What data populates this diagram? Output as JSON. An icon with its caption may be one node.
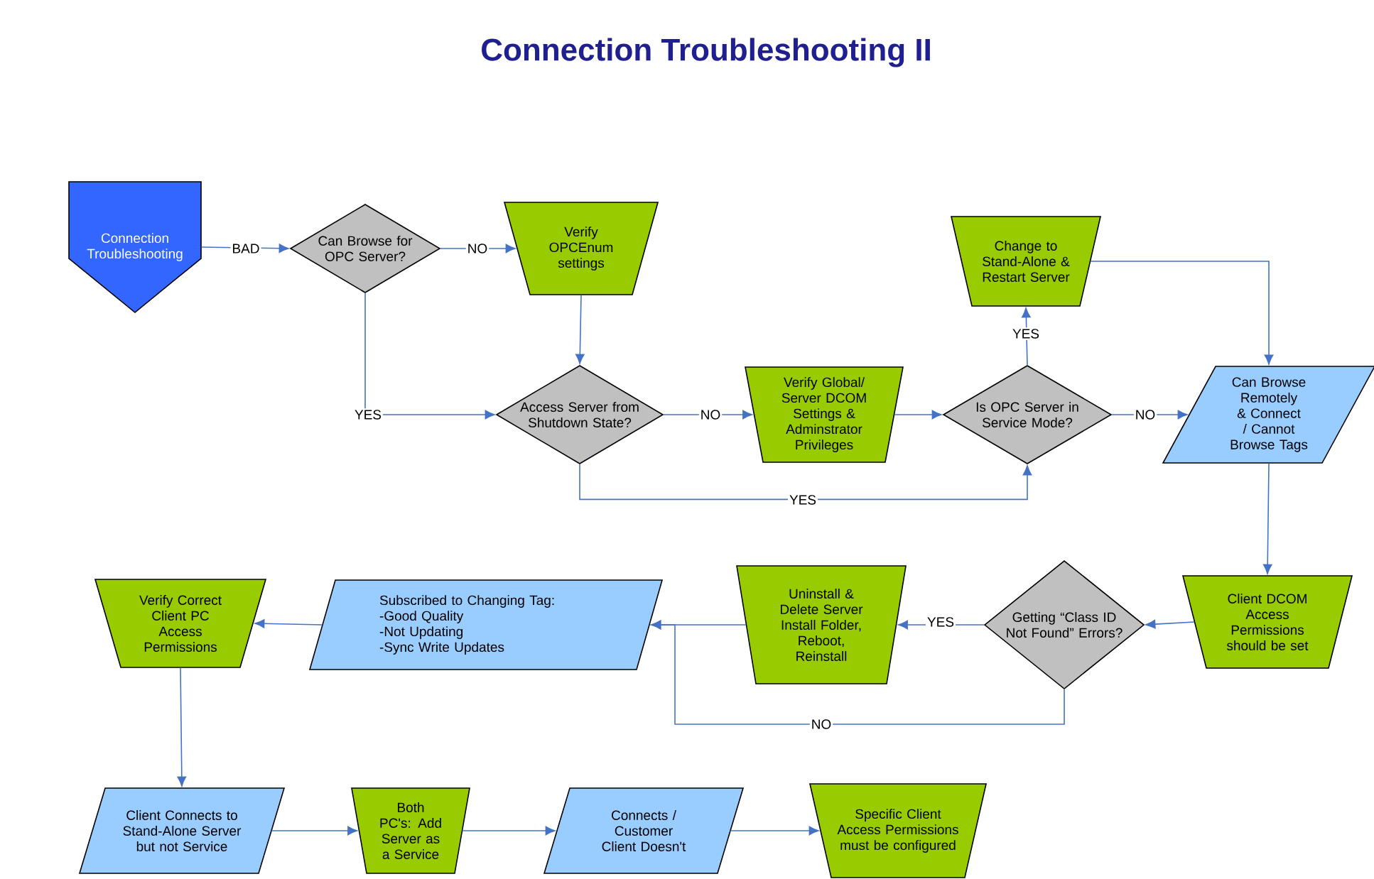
{
  "diagram": {
    "title": "Connection Troubleshooting II",
    "nodes": [
      {
        "text": [
          "Connection Troubleshooting"
        ]
      },
      {
        "text": [
          "Can Browse for OPC Server?"
        ]
      },
      {
        "text": [
          "Verify OPCEnum settings"
        ]
      },
      {
        "text": [
          "Access Server from Shutdown State?"
        ]
      },
      {
        "text": [
          "Verify Global/ Server DCOM Settings & Adminstrator Privileges"
        ]
      },
      {
        "text": [
          "Is OPC Server in Service Mode?"
        ]
      },
      {
        "text": [
          "Change to Stand-Alone & Restart Server"
        ]
      },
      {
        "text": [
          "Can Browse Remotely & Connect / Cannot Browse Tags"
        ]
      },
      {
        "text": [
          "Client DCOM Access Permissions should be set"
        ]
      },
      {
        "text": [
          "Getting “Class ID Not Found” Errors?"
        ]
      },
      {
        "text": [
          "Uninstall & Delete Server Install Folder, Reboot, Reinstall"
        ]
      },
      {
        "text": [
          "Subscribed to Changing Tag:",
          "-Good Quality",
          "-Not Updating",
          "-Sync Write Updates"
        ]
      },
      {
        "text": [
          "Verify Correct Client PC Access Permissions"
        ]
      },
      {
        "text": [
          "Client Connects to Stand-Alone Server but not Service"
        ]
      },
      {
        "text": [
          "Both PC's: Add Server as a Service"
        ]
      },
      {
        "text": [
          "Connects / Customer Client Doesn't"
        ]
      },
      {
        "text": [
          "Specific Client Access Permissions must be configured"
        ]
      }
    ],
    "edges": [
      {
        "from": 0,
        "to": 1,
        "arrow": "to",
        "label": "BAD"
      },
      {
        "from": 1,
        "to": 2,
        "arrow": "to",
        "label": "NO"
      },
      {
        "from": 1,
        "to": 3,
        "arrow": "to",
        "label": "YES"
      },
      {
        "from": 2,
        "to": 3,
        "arrow": "to"
      },
      {
        "from": 3,
        "to": 4,
        "arrow": "to",
        "label": "NO"
      },
      {
        "from": 4,
        "to": 5,
        "arrow": "to"
      },
      {
        "from": 3,
        "to": 5,
        "arrow": "to",
        "label": "YES"
      },
      {
        "from": 5,
        "to": 6,
        "arrow": "to",
        "label": "YES"
      },
      {
        "from": 5,
        "to": 7,
        "arrow": "to",
        "label": "NO"
      },
      {
        "from": 6,
        "to": 7,
        "arrow": "to"
      },
      {
        "from": 7,
        "to": 8,
        "arrow": "to"
      },
      {
        "from": 8,
        "to": 9,
        "arrow": "to"
      },
      {
        "from": 9,
        "to": 10,
        "arrow": "to",
        "label": "YES"
      },
      {
        "from": 10,
        "to": 11,
        "arrow": "to"
      },
      {
        "from": 9,
        "to": 11,
        "arrow": "to",
        "label": "NO"
      },
      {
        "from": 11,
        "to": 12,
        "arrow": "to"
      },
      {
        "from": 12,
        "to": 13,
        "arrow": "to"
      },
      {
        "from": 13,
        "to": 14,
        "arrow": "to"
      },
      {
        "from": 14,
        "to": 15,
        "arrow": "to"
      },
      {
        "from": 15,
        "to": 16,
        "arrow": "to"
      }
    ]
  }
}
